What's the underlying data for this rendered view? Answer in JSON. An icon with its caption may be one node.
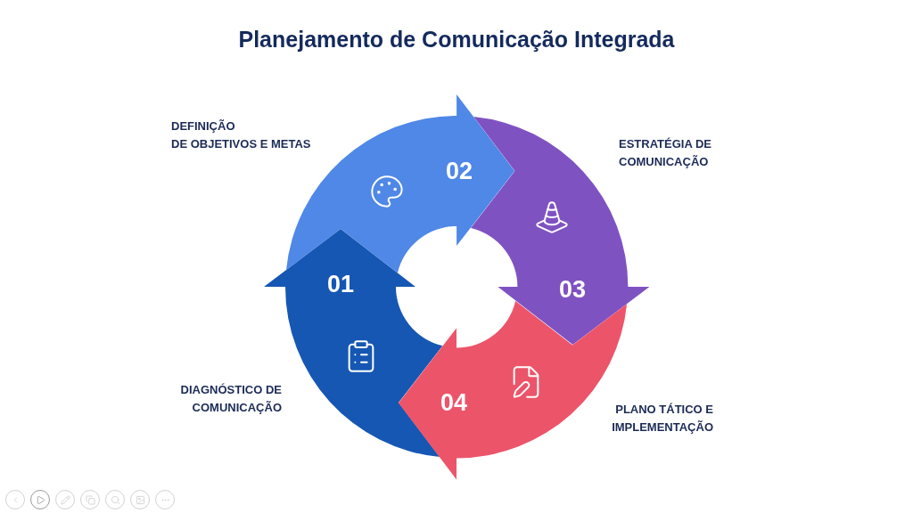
{
  "diagram": {
    "title": "Planejamento de Comunicação Integrada",
    "nodes": [
      {
        "text": [
          "01"
        ],
        "beside": [
          "DIAGNÓSTICO DE COMUNICAÇÃO"
        ]
      },
      {
        "text": [
          "02"
        ],
        "beside": [
          "DEFINIÇÃO",
          "DE OBJETIVOS E METAS"
        ]
      },
      {
        "text": [
          "03"
        ],
        "beside": [
          "ESTRATÉGIA DE COMUNICAÇÃO"
        ]
      },
      {
        "text": [
          "04"
        ],
        "beside": [
          "PLANO TÁTICO E IMPLEMENTAÇÃO"
        ]
      }
    ]
  }
}
